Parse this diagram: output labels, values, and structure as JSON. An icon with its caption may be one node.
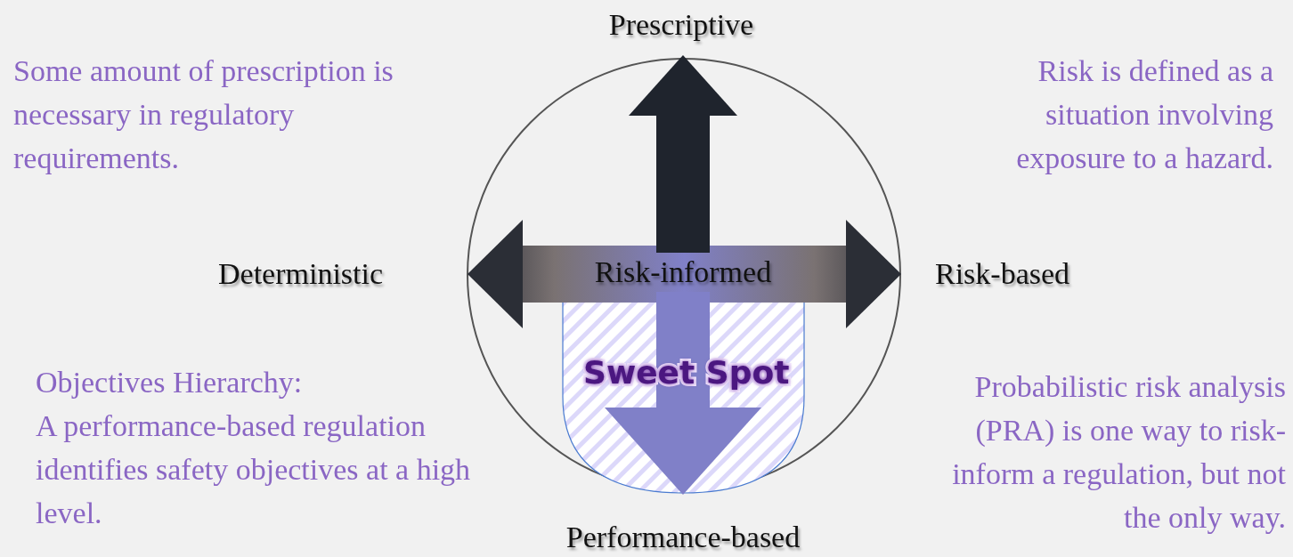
{
  "diagram": {
    "nodes": [
      {
        "text": [
          "Prescriptive"
        ]
      },
      {
        "text": [
          "Deterministic"
        ]
      },
      {
        "text": [
          "Risk-informed"
        ]
      },
      {
        "text": [
          "Risk-based"
        ]
      },
      {
        "text": [
          "Performance-based"
        ]
      }
    ],
    "edges": [
      {
        "from": 1,
        "to": 3,
        "arrow": "both",
        "color": "#2b2e36"
      },
      {
        "from": 2,
        "to": 0,
        "arrow": "to",
        "color": "#1f242d"
      },
      {
        "from": 2,
        "to": 4,
        "arrow": "to",
        "color": "#8080c8"
      }
    ],
    "labels": [
      "Some amount of prescription is necessary in regulatory requirements.",
      "Risk is defined as a situation involving exposure to a hazard.",
      "Objectives Hierarchy:",
      "Sweet Spot",
      "A performance-based regulation identifies safety objectives at a high level.",
      "Probabilistic risk analysis (PRA) is one way to risk-inform a regulation, but not the only way."
    ]
  }
}
